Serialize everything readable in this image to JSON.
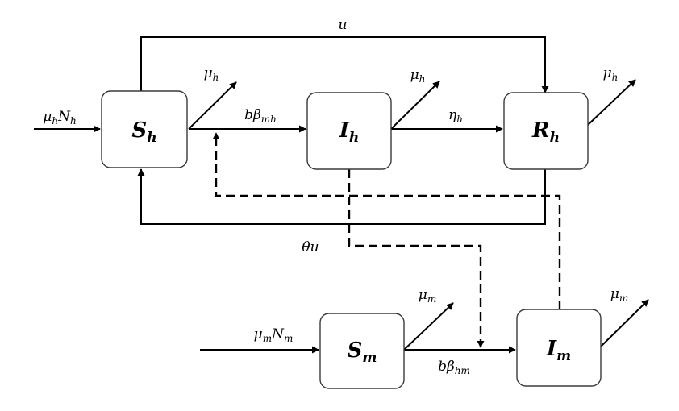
{
  "nodes": {
    "sh": {
      "base": "S",
      "sub": "h"
    },
    "ih": {
      "base": "I",
      "sub": "h"
    },
    "rh": {
      "base": "R",
      "sub": "h"
    },
    "sm": {
      "base": "S",
      "sub": "m"
    },
    "im": {
      "base": "I",
      "sub": "m"
    }
  },
  "labels": {
    "u": {
      "base": "u",
      "sub": ""
    },
    "theta_u": {
      "base": "θu",
      "sub": ""
    },
    "mu_h_n_h": {
      "base1": "μ",
      "sub1": "h",
      "base2": "N",
      "sub2": "h"
    },
    "mu_m_n_m": {
      "base1": "μ",
      "sub1": "m",
      "base2": "N",
      "sub2": "m"
    },
    "b_beta_mh": {
      "base": "bβ",
      "sub": "mh"
    },
    "b_beta_hm": {
      "base": "bβ",
      "sub": "hm"
    },
    "eta_h": {
      "base": "η",
      "sub": "h"
    },
    "mu_h_sh": {
      "base": "μ",
      "sub": "h"
    },
    "mu_h_ih": {
      "base": "μ",
      "sub": "h"
    },
    "mu_h_rh": {
      "base": "μ",
      "sub": "h"
    },
    "mu_m_sm": {
      "base": "μ",
      "sub": "m"
    },
    "mu_m_im": {
      "base": "μ",
      "sub": "m"
    }
  },
  "style": {
    "stroke_color": "#000000",
    "box_border_color": "#3a3a3a",
    "box_fill": "#ffffff"
  }
}
